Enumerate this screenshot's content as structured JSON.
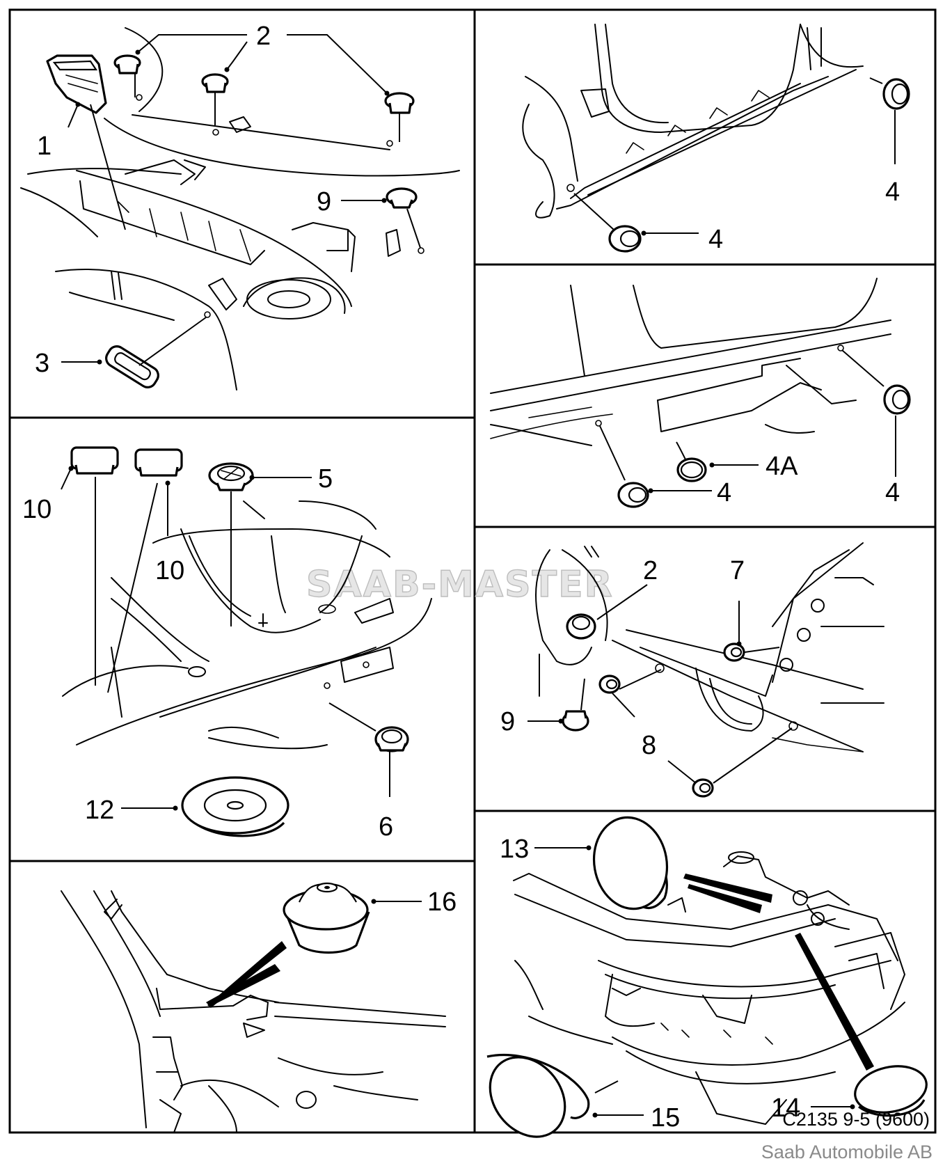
{
  "callouts": {
    "c1": "1",
    "c2a": "2",
    "c3": "3",
    "c9a": "9",
    "c4a": "4",
    "c4b": "4",
    "c4c": "4",
    "c4A": "4A",
    "c4d": "4",
    "c10a": "10",
    "c10b": "10",
    "c5": "5",
    "c6": "6",
    "c12": "12",
    "c2b": "2",
    "c7": "7",
    "c8": "8",
    "c9b": "9",
    "c16": "16",
    "c13": "13",
    "c14": "14",
    "c15": "15"
  },
  "watermark": "SAAB-MASTER",
  "reference": "C2135 9-5 (9600)",
  "credit": "Saab Automobile AB"
}
